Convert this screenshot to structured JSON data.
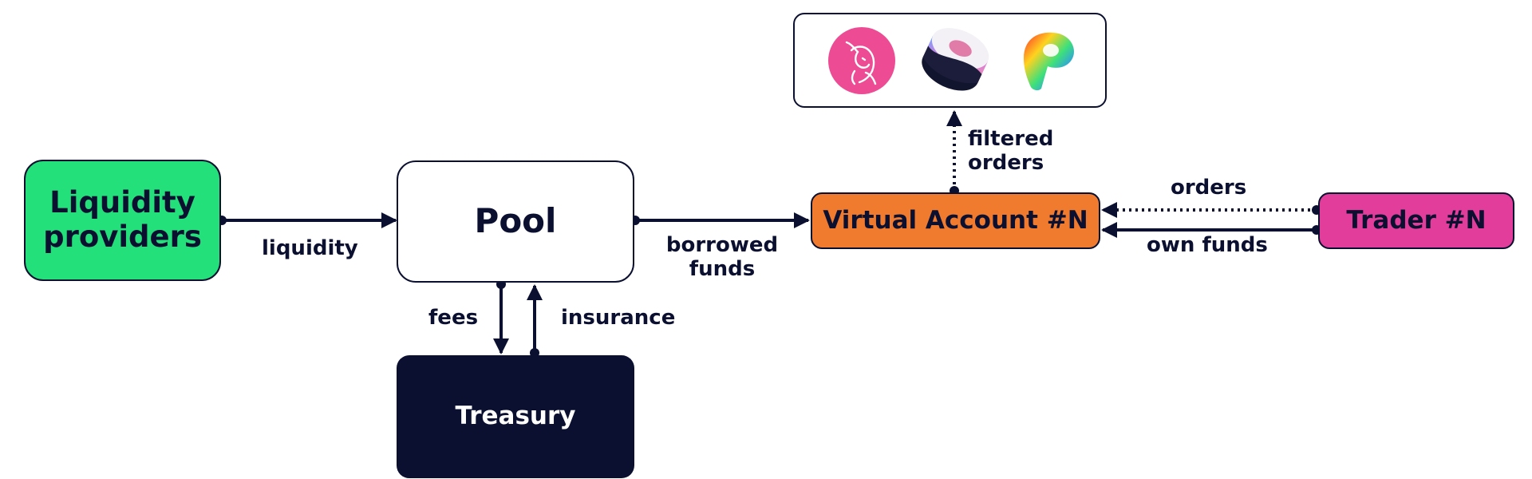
{
  "diagram": {
    "nodes": {
      "liquidity_providers": "Liquidity providers",
      "pool": "Pool",
      "treasury": "Treasury",
      "virtual_account": "Virtual Account #N",
      "trader": "Trader #N"
    },
    "edges": {
      "liquidity": "liquidity",
      "borrowed_funds": "borrowed funds",
      "fees": "fees",
      "insurance": "insurance",
      "filtered_orders": "filtered orders",
      "orders": "orders",
      "own_funds": "own funds"
    },
    "dex_logos": [
      "uniswap-logo",
      "sushiswap-logo",
      "curve-logo"
    ],
    "colors": {
      "ink": "#0b1030",
      "liquidity_providers": "#23e07a",
      "treasury": "#0b1030",
      "virtual_account": "#f07a2e",
      "trader": "#e23d9b",
      "uniswap": "#ed4b93"
    }
  }
}
